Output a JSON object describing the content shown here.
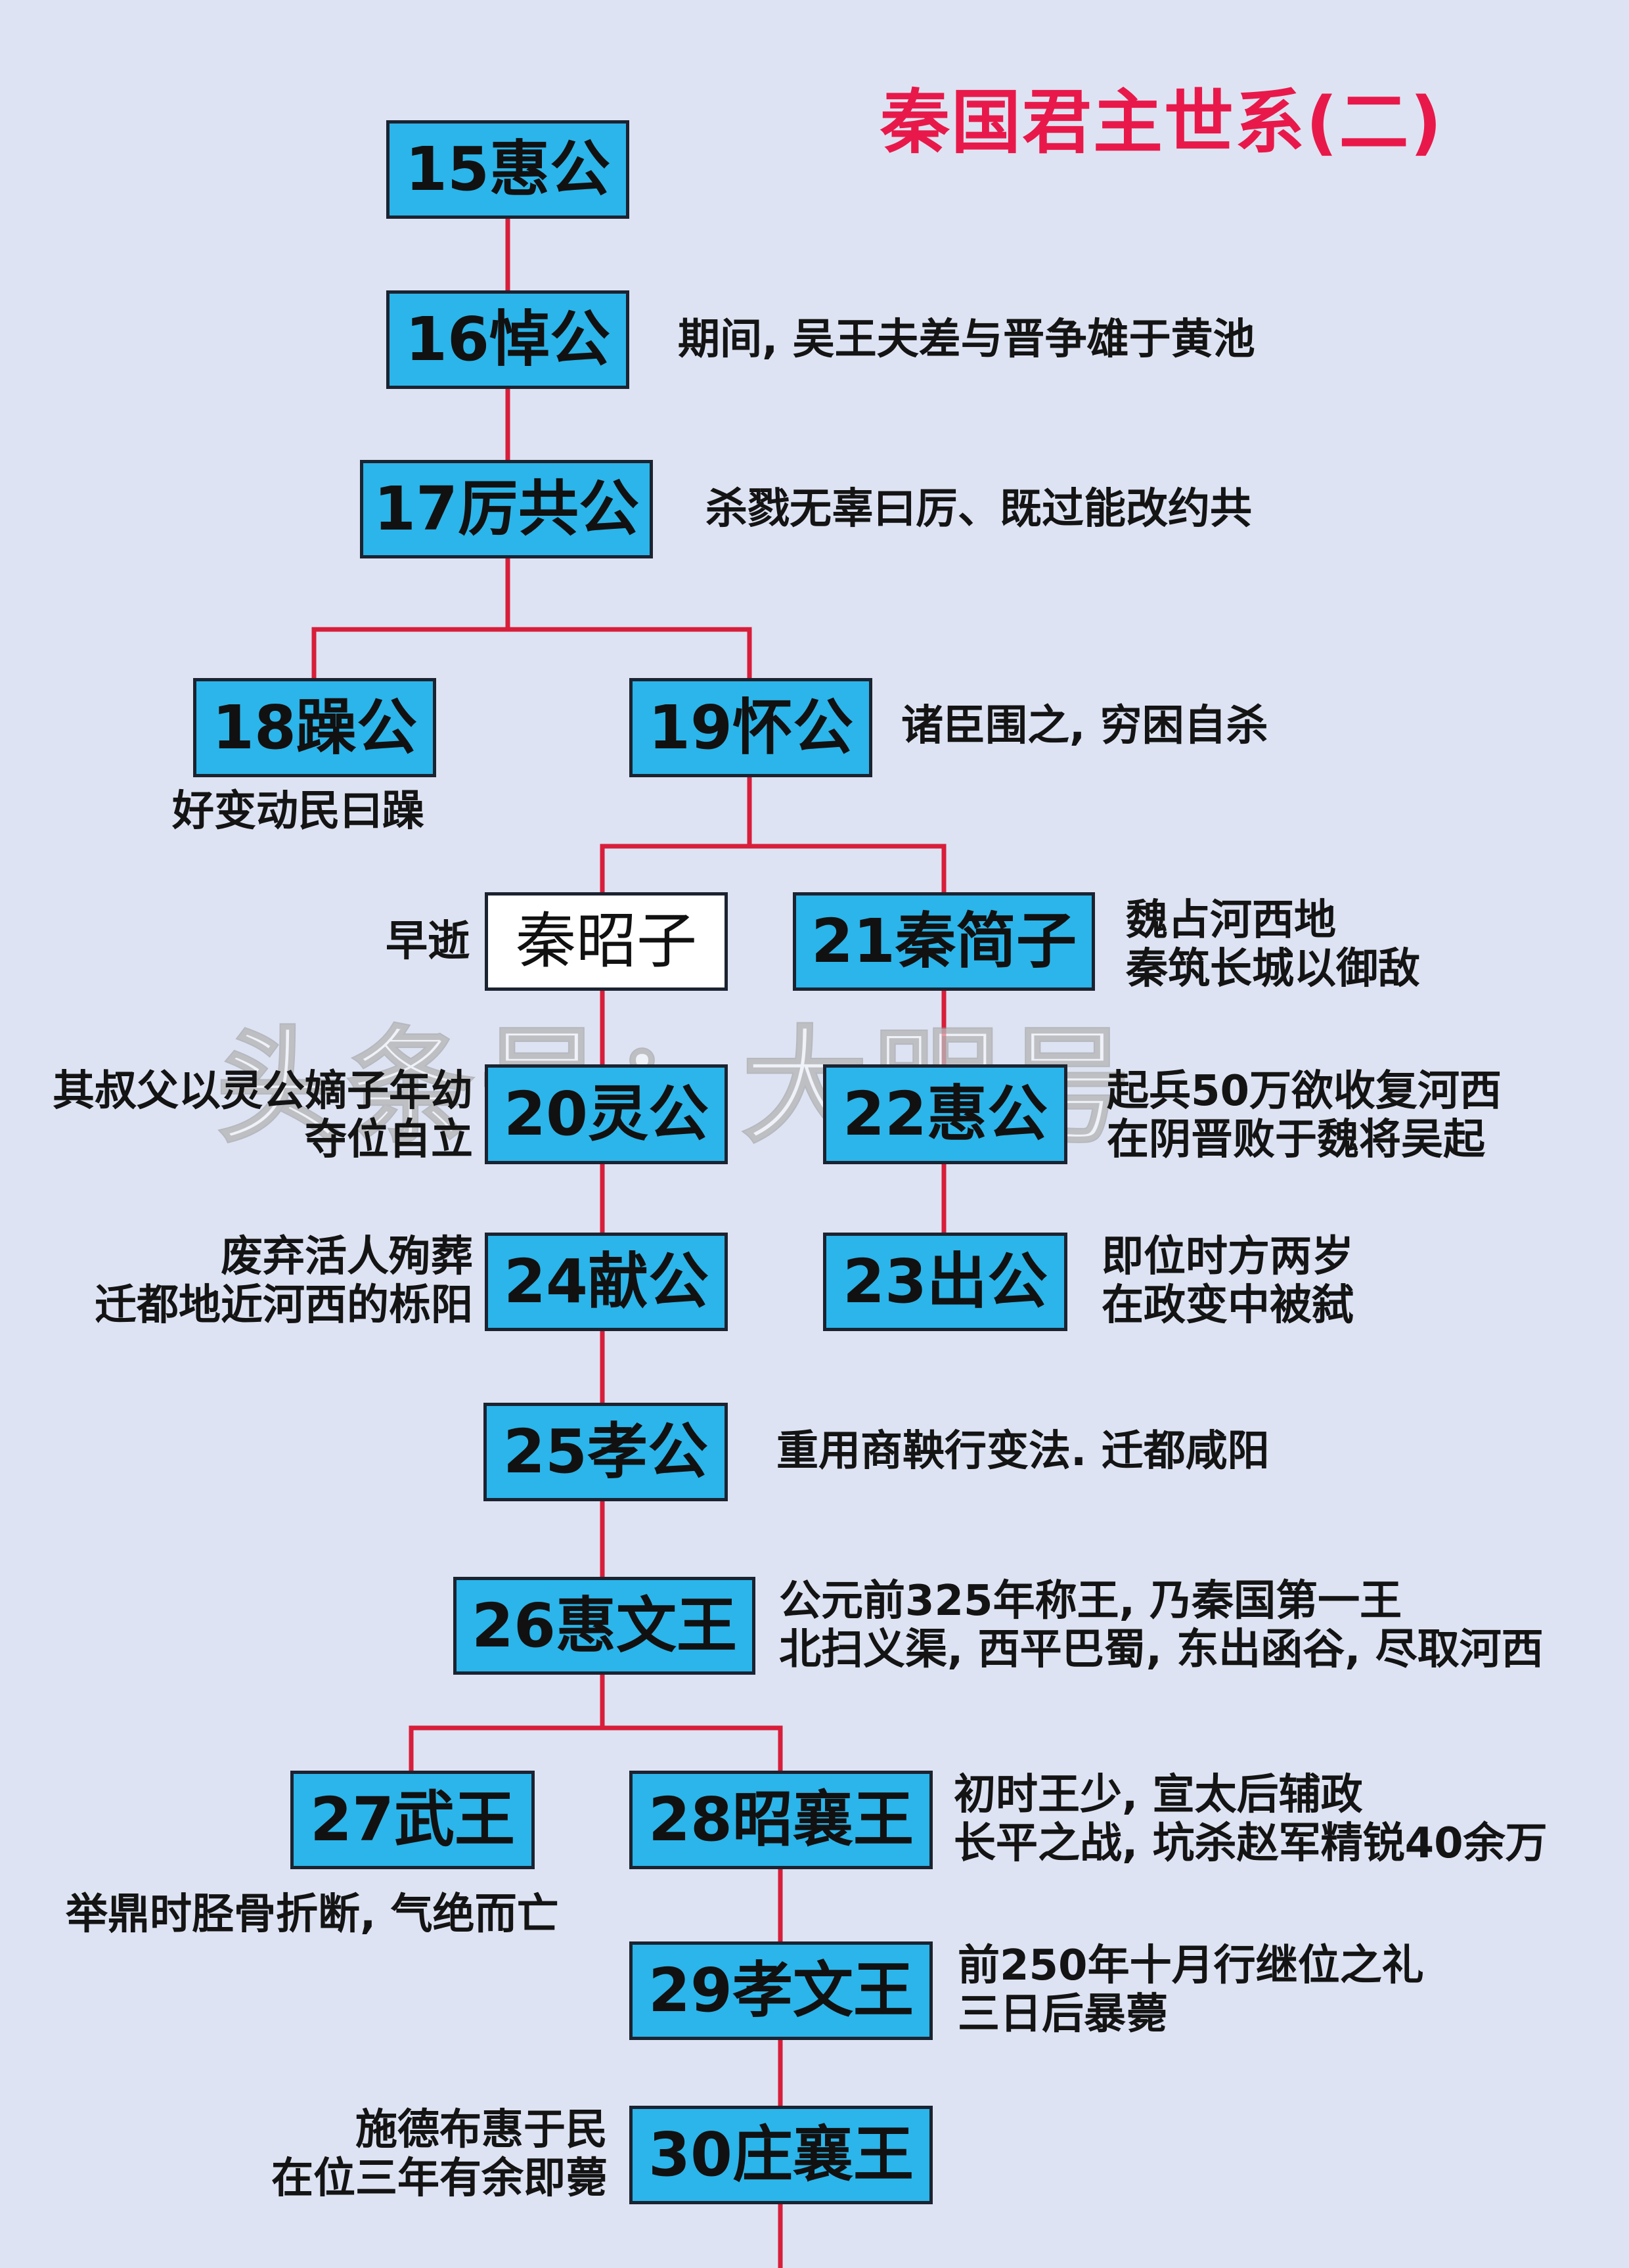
{
  "title": "秦国君主世系(二)",
  "watermark": "头条号：大明号",
  "colors": {
    "node_fill": "#2bb5ea",
    "line": "#d81e3a",
    "title": "#e8194a",
    "background": "#dde3f2"
  },
  "nodes": {
    "n15": "15惠公",
    "n16": "16悼公",
    "n17": "17厉共公",
    "n18": "18躁公",
    "n19": "19怀公",
    "zhaozi": "秦昭子",
    "n21": "21秦简子",
    "n20": "20灵公",
    "n22": "22惠公",
    "n24": "24献公",
    "n23": "23出公",
    "n25": "25孝公",
    "n26": "26惠文王",
    "n27": "27武王",
    "n28": "28昭襄王",
    "n29": "29孝文王",
    "n30": "30庄襄王"
  },
  "notes": {
    "n16": [
      "期间, 吴王夫差与晋争雄于黄池"
    ],
    "n17": [
      "杀戮无辜曰厉、既过能改约共"
    ],
    "n18": [
      "好变动民曰躁"
    ],
    "n19": [
      "诸臣围之, 穷困自杀"
    ],
    "zhaozi": [
      "早逝"
    ],
    "n21": [
      "魏占河西地",
      "秦筑长城以御敌"
    ],
    "n20": [
      "其叔父以灵公嫡子年幼",
      "夺位自立"
    ],
    "n22": [
      "起兵50万欲收复河西",
      "在阴晋败于魏将吴起"
    ],
    "n24": [
      "废弃活人殉葬",
      "迁都地近河西的栎阳"
    ],
    "n23": [
      "即位时方两岁",
      "在政变中被弑"
    ],
    "n25": [
      "重用商鞅行变法. 迁都咸阳"
    ],
    "n26": [
      "公元前325年称王, 乃秦国第一王",
      "北扫义渠, 西平巴蜀, 东出函谷, 尽取河西"
    ],
    "n27": [
      "举鼎时胫骨折断, 气绝而亡"
    ],
    "n28": [
      "初时王少, 宣太后辅政",
      "长平之战, 坑杀赵军精锐40余万"
    ],
    "n29": [
      "前250年十月行继位之礼",
      "三日后暴薨"
    ],
    "n30": [
      "施德布惠于民",
      "在位三年有余即薨"
    ]
  }
}
